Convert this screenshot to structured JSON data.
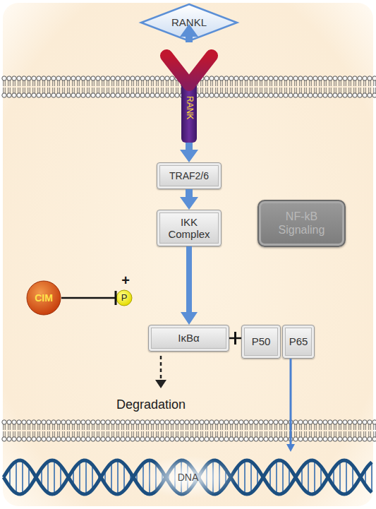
{
  "diagram": {
    "nodes": [
      {
        "text": [
          "RANKL"
        ]
      },
      {
        "text": [
          "RANK"
        ]
      },
      {
        "text": [
          "TRAF2/6"
        ]
      },
      {
        "text": [
          "IKK Complex"
        ]
      },
      {
        "text": [
          "NF-kB Signaling"
        ]
      },
      {
        "text": [
          "CIM"
        ]
      },
      {
        "text": [
          "P"
        ]
      },
      {
        "text": [
          "IκBα"
        ]
      },
      {
        "text": [
          "P50"
        ]
      },
      {
        "text": [
          "P65"
        ]
      },
      {
        "text": [
          "DNA"
        ]
      }
    ],
    "edges": [
      {
        "from": 0,
        "to": 1,
        "arrow": "to"
      },
      {
        "from": 1,
        "to": 2,
        "arrow": "to"
      },
      {
        "from": 2,
        "to": 3,
        "arrow": "to"
      },
      {
        "from": 3,
        "to": 7,
        "arrow": "to"
      },
      {
        "from": 5,
        "to": 6,
        "arrow": "to"
      },
      {
        "from": 7,
        "to": 8,
        "arrow": "none"
      },
      {
        "from": 9,
        "to": 10,
        "arrow": "to"
      }
    ],
    "labels": [
      "+",
      "Degradation"
    ]
  }
}
